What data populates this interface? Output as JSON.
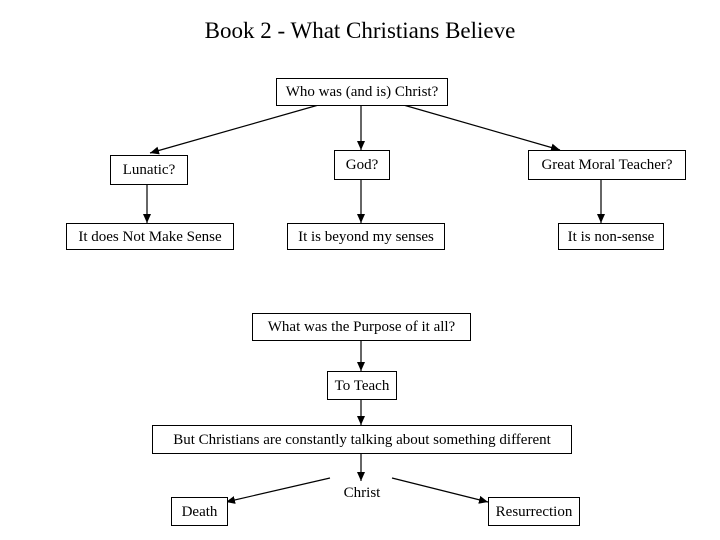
{
  "title": "Book 2 - What Christians Believe",
  "nodes": {
    "question": "Who was (and is) Christ?",
    "lunatic": "Lunatic?",
    "god": "God?",
    "teacher": "Great Moral Teacher?",
    "no_sense": "It does Not Make Sense",
    "beyond": "It is beyond my senses",
    "nonsense": "It is non-sense",
    "purpose": "What was the Purpose of it all?",
    "teach": "To Teach",
    "different": "But Christians are constantly talking about something different",
    "christ": "Christ",
    "death": "Death",
    "resurrection": "Resurrection"
  },
  "colors": {
    "line": "#000000",
    "background": "#ffffff"
  }
}
